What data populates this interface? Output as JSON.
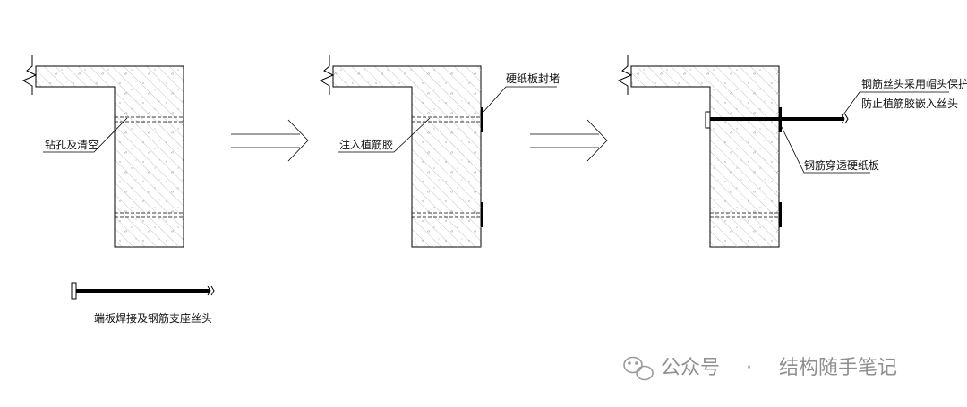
{
  "labels": {
    "step1_drill": "钻孔及清空",
    "step2_inject": "注入植筋胶",
    "step2_seal": "硬纸板封堵",
    "step3_cap_line1": "钢筋丝头采用帽头保护",
    "step3_cap_line2": "防止植筋胶嵌入丝头",
    "step3_pierce": "钢筋穿透硬纸板",
    "legend_bar": "端板焊接及钢筋支座丝头"
  },
  "watermark": {
    "prefix": "公众号",
    "separator": "·",
    "name": "结构随手笔记",
    "icon": "wechat-icon"
  },
  "colors": {
    "line": "#000000",
    "hatch": "#9a9a9a",
    "watermark": "#8f8f8f"
  }
}
